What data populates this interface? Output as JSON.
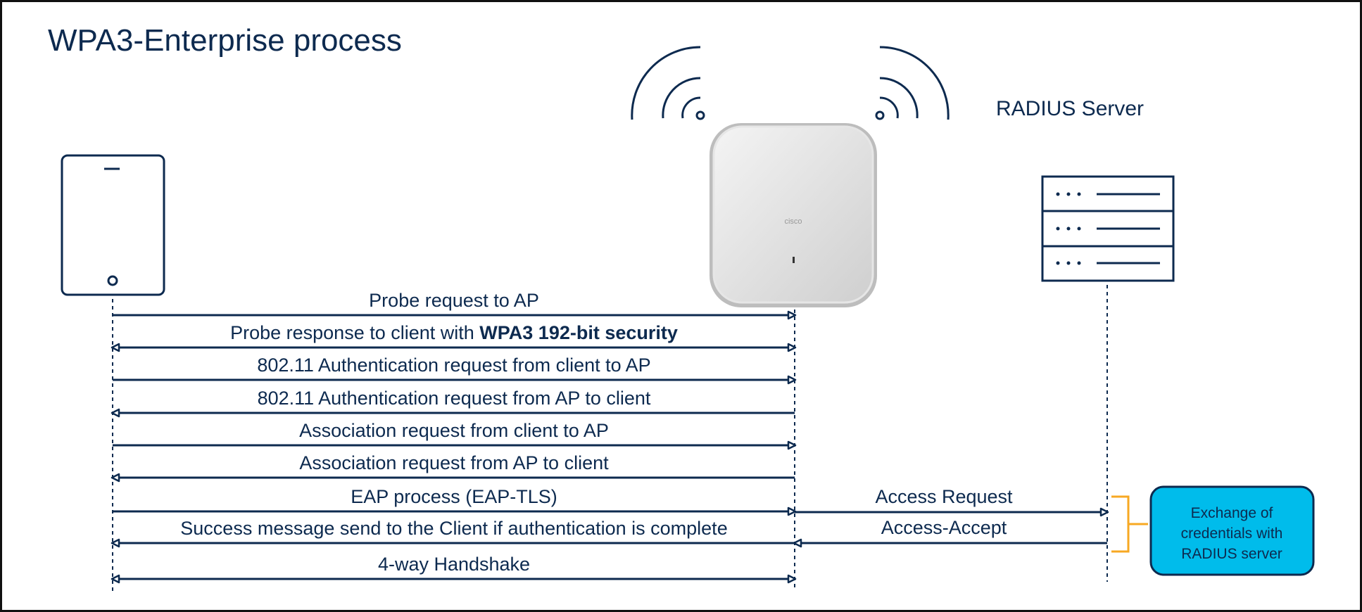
{
  "title": "WPA3-Enterprise process",
  "server_label": "RADIUS Server",
  "ap_brand": "cisco",
  "messages": [
    {
      "text": "Probe request to AP",
      "direction": "client-to-ap"
    },
    {
      "text": "Probe response to client with ",
      "bold": "WPA3 192-bit security",
      "direction": "both"
    },
    {
      "text": "802.11 Authentication request from client to AP",
      "direction": "client-to-ap"
    },
    {
      "text": "802.11 Authentication request from AP to client",
      "direction": "ap-to-client"
    },
    {
      "text": "Association request from client to AP",
      "direction": "client-to-ap"
    },
    {
      "text": "Association request from AP to client",
      "direction": "ap-to-client"
    },
    {
      "text": "EAP process (EAP-TLS)",
      "direction": "client-to-ap"
    },
    {
      "text": "Success message send to the Client if authentication is complete",
      "direction": "ap-to-client"
    },
    {
      "text": "4-way Handshake",
      "direction": "both"
    }
  ],
  "server_messages": [
    {
      "text": "Access Request",
      "direction": "ap-to-server"
    },
    {
      "text": "Access-Accept",
      "direction": "server-to-ap"
    }
  ],
  "callout": {
    "lines": [
      "Exchange of",
      "credentials with",
      "RADIUS server"
    ]
  },
  "colors": {
    "navy": "#0d2a4f",
    "callout_fill": "#00bceb",
    "bracket": "#f7a823"
  }
}
